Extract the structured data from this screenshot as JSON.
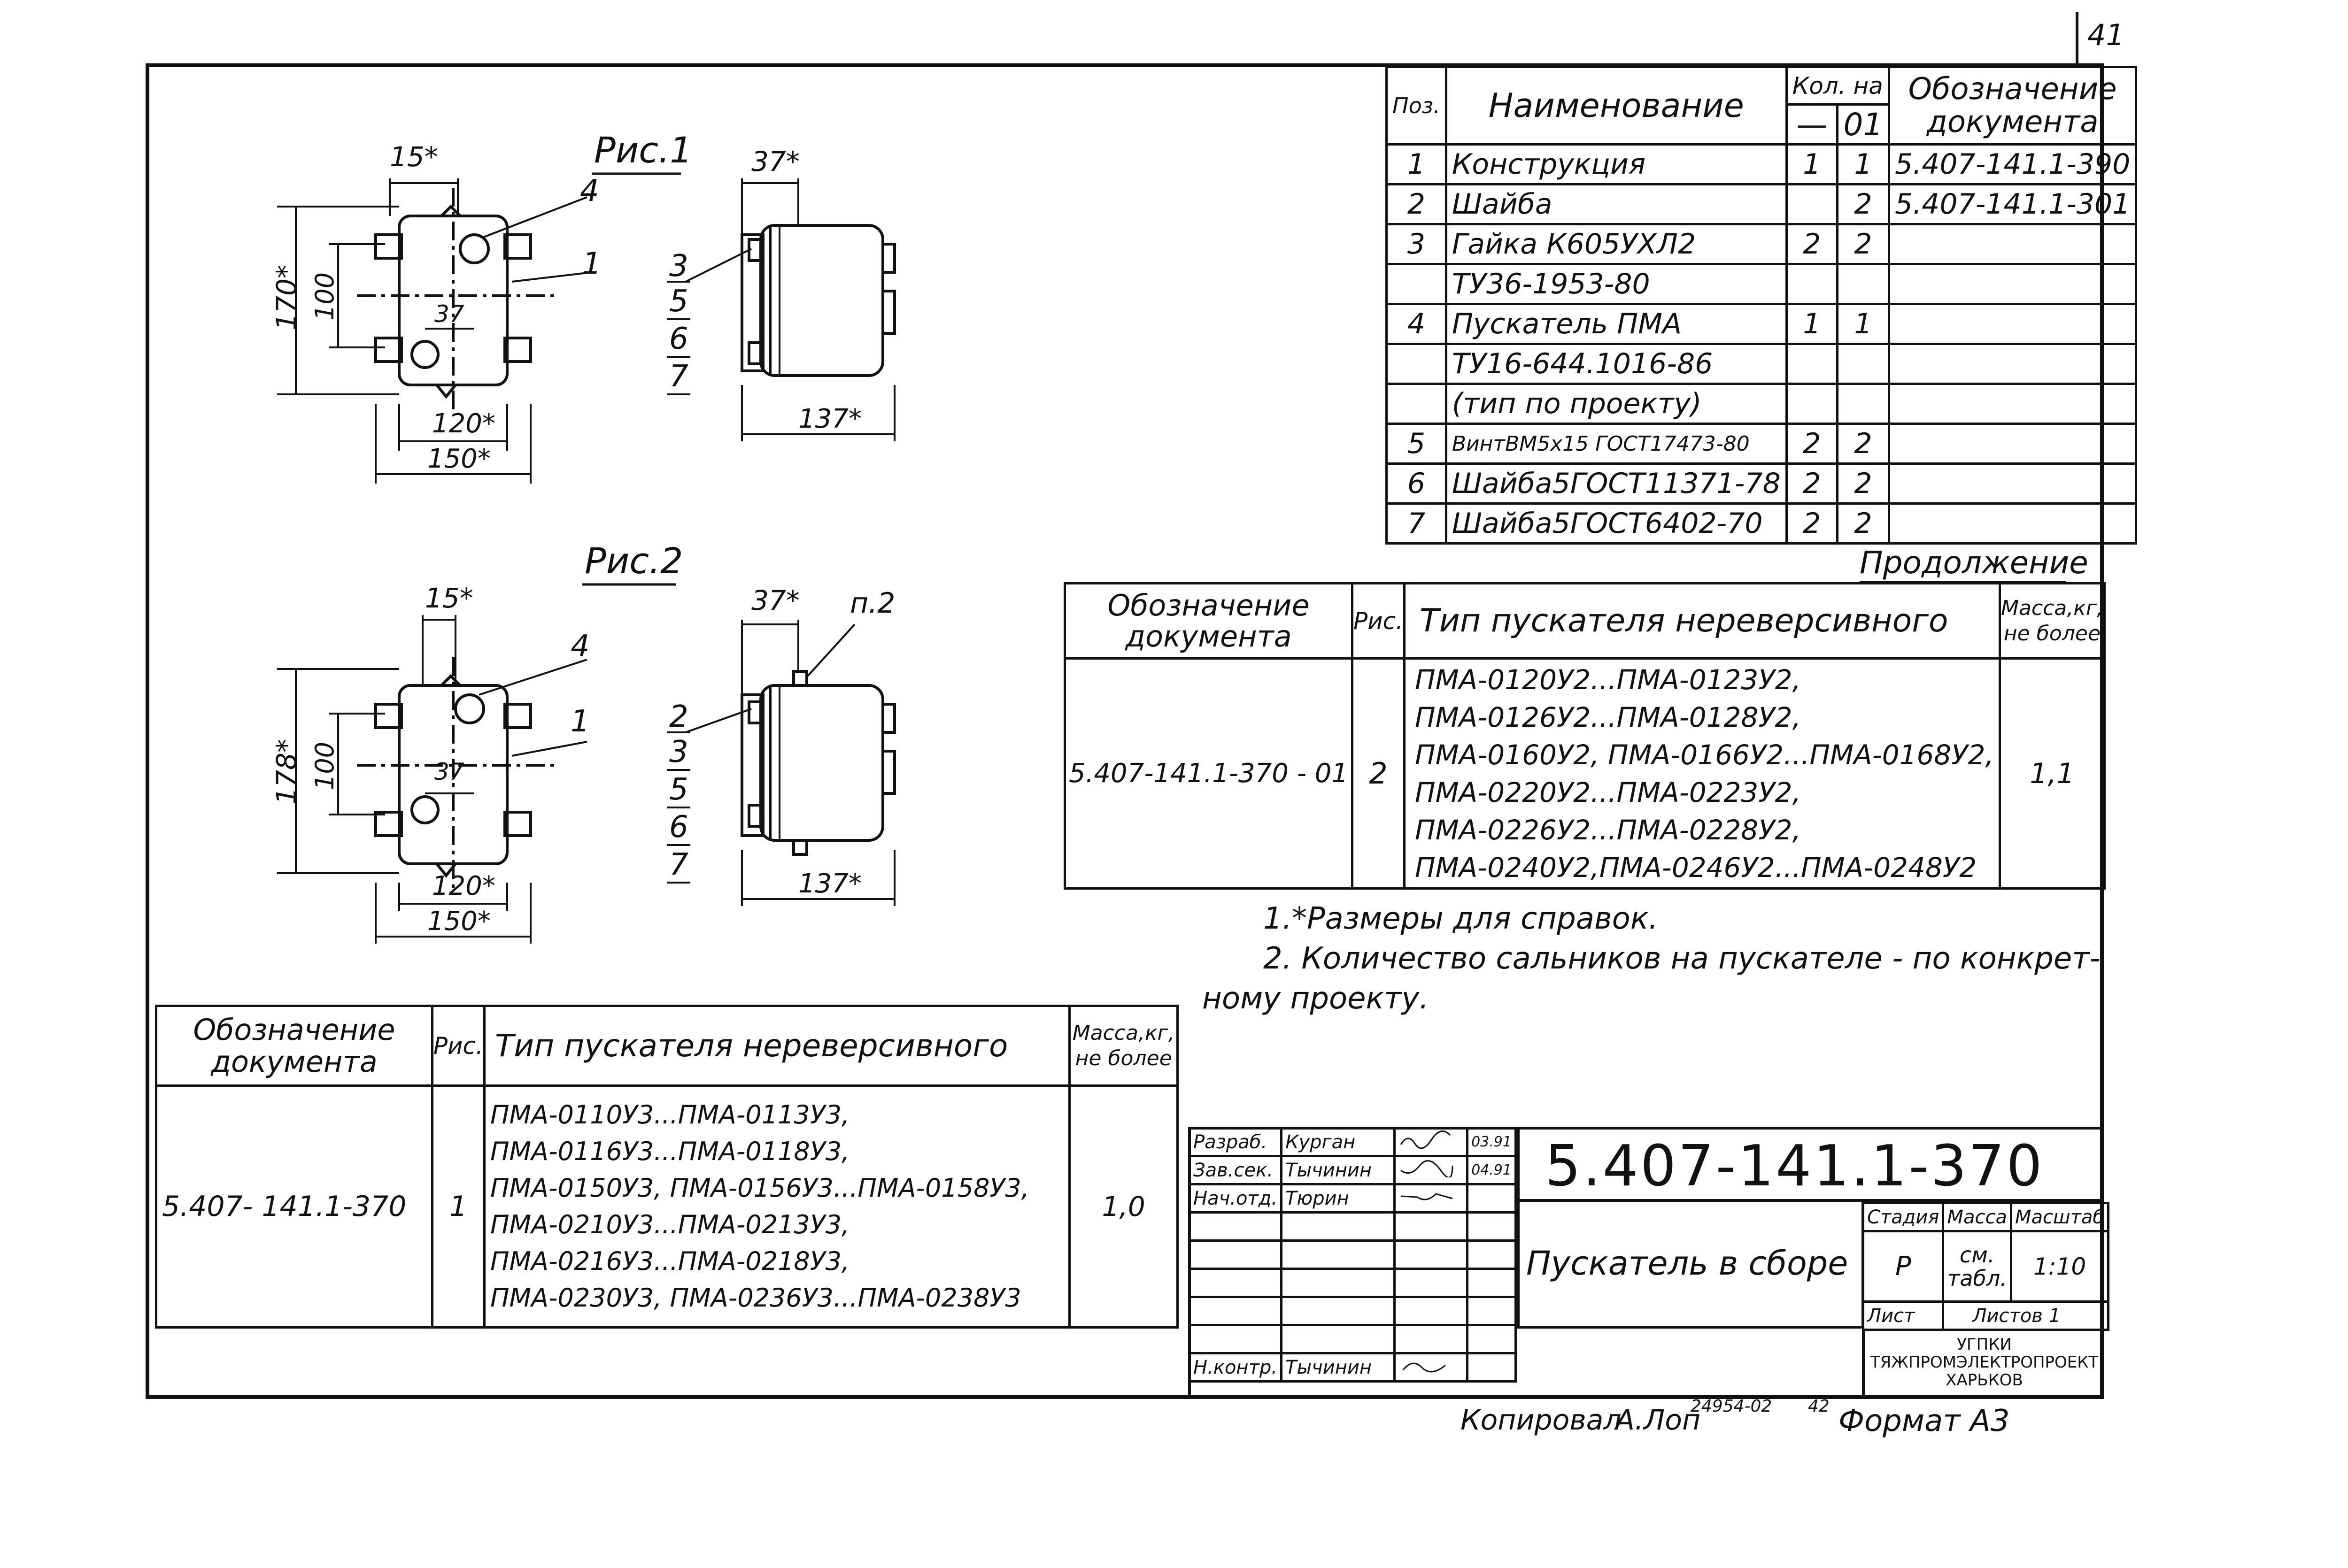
{
  "sheet_number": "41",
  "figures": {
    "fig1": {
      "title": "Рис.1",
      "dims": {
        "d15": "15*",
        "d37top": "37*",
        "d170": "170*",
        "d100": "100",
        "d37": "37",
        "d120": "120*",
        "d150": "150*",
        "d137": "137*"
      },
      "callouts": {
        "c4": "4",
        "c1": "1",
        "side": [
          "3",
          "5",
          "6",
          "7"
        ]
      }
    },
    "fig2": {
      "title": "Рис.2",
      "dims": {
        "d15": "15*",
        "d37top": "37*",
        "d178": "178*",
        "d100": "100",
        "d37": "37",
        "d120": "120*",
        "d150": "150*",
        "d137": "137*"
      },
      "callouts": {
        "c4": "4",
        "c1": "1",
        "p2": "п.2",
        "side": [
          "2",
          "3",
          "5",
          "6",
          "7"
        ]
      }
    }
  },
  "spec_table": {
    "headers": {
      "pos": "Поз.",
      "name": "Наименование",
      "qty": "Кол. на",
      "qty_dash": "—",
      "qty_01": "01",
      "doc": "Обозначение",
      "doc2": "документа"
    },
    "rows": [
      {
        "pos": "1",
        "name": "Конструкция",
        "q": "1",
        "q01": "1",
        "doc": "5.407-141.1-390"
      },
      {
        "pos": "2",
        "name": "Шайба",
        "q": "",
        "q01": "2",
        "doc": "5.407-141.1-301"
      },
      {
        "pos": "3",
        "name": "Гайка К605УХЛ2",
        "q": "2",
        "q01": "2",
        "doc": ""
      },
      {
        "pos": "",
        "name": "ТУ36-1953-80",
        "q": "",
        "q01": "",
        "doc": ""
      },
      {
        "pos": "4",
        "name": "Пускатель ПМА",
        "q": "1",
        "q01": "1",
        "doc": ""
      },
      {
        "pos": "",
        "name": "ТУ16-644.1016-86",
        "q": "",
        "q01": "",
        "doc": ""
      },
      {
        "pos": "",
        "name": "(тип по проекту)",
        "q": "",
        "q01": "",
        "doc": ""
      },
      {
        "pos": "5",
        "name": "ВинтВМ5х15 ГОСТ17473-80",
        "q": "2",
        "q01": "2",
        "doc": ""
      },
      {
        "pos": "6",
        "name": "Шайба5ГОСТ11371-78",
        "q": "2",
        "q01": "2",
        "doc": ""
      },
      {
        "pos": "7",
        "name": "Шайба5ГОСТ6402-70",
        "q": "2",
        "q01": "2",
        "doc": ""
      }
    ]
  },
  "continuation_label": "Продолжение",
  "cont_table": {
    "headers": {
      "doc": "Обозначение",
      "doc2": "документа",
      "fig": "Рис.",
      "type": "Тип пускателя нереверсивного",
      "mass": "Масса,кг,",
      "mass2": "не более"
    },
    "row": {
      "doc": "5.407-141.1-370 - 01",
      "fig": "2",
      "types": [
        "ПМА-0120У2...ПМА-0123У2,",
        "ПМА-0126У2...ПМА-0128У2,",
        "ПМА-0160У2, ПМА-0166У2...ПМА-0168У2,",
        "ПМА-0220У2...ПМА-0223У2,",
        "ПМА-0226У2...ПМА-0228У2,",
        "ПМА-0240У2,ПМА-0246У2...ПМА-0248У2"
      ],
      "mass": "1,1"
    }
  },
  "notes": [
    "1.*Размеры для справок.",
    "2. Количество сальников на пускателе - по конкрет-",
    "ному проекту."
  ],
  "main_table": {
    "headers": {
      "doc": "Обозначение",
      "doc2": "документа",
      "fig": "Рис.",
      "type": "Тип пускателя  нереверсивного",
      "mass": "Масса,кг,",
      "mass2": "не более"
    },
    "row": {
      "doc": "5.407- 141.1-370",
      "fig": "1",
      "types": [
        "ПМА-0110У3...ПМА-0113У3,",
        "ПМА-0116У3...ПМА-0118У3,",
        "ПМА-0150У3, ПМА-0156У3...ПМА-0158У3,",
        "ПМА-0210У3...ПМА-0213У3,",
        "ПМА-0216У3...ПМА-0218У3,",
        "ПМА-0230У3, ПМА-0236У3...ПМА-0238У3"
      ],
      "mass": "1,0"
    }
  },
  "title_block": {
    "code": "5.407-141.1-370",
    "signatures": [
      {
        "role": "Разраб.",
        "name": "Курган",
        "date": "03.91"
      },
      {
        "role": "Зав.сек.",
        "name": "Тычинин",
        "date": "04.91"
      },
      {
        "role": "Нач.отд.",
        "name": "Тюрин",
        "date": ""
      }
    ],
    "norm_control": {
      "role": "Н.контр.",
      "name": "Тычинин"
    },
    "item_name": "Пускатель в сборе",
    "stage_label": "Стадия",
    "mass_label": "Масса",
    "scale_label": "Масштаб",
    "stage": "Р",
    "mass_value": "см. табл.",
    "scale": "1:10",
    "sheet_label": "Лист",
    "sheets_label": "Листов 1",
    "org": [
      "УГПКИ",
      "ТЯЖПРОМЭЛЕКТРОПРОЕКТ",
      "ХАРЬКОВ"
    ]
  },
  "footer": {
    "copied": "Копировал",
    "copier": "А.Лоп",
    "inv": "24954-02",
    "inv2": "42",
    "format": "Формат А3"
  }
}
